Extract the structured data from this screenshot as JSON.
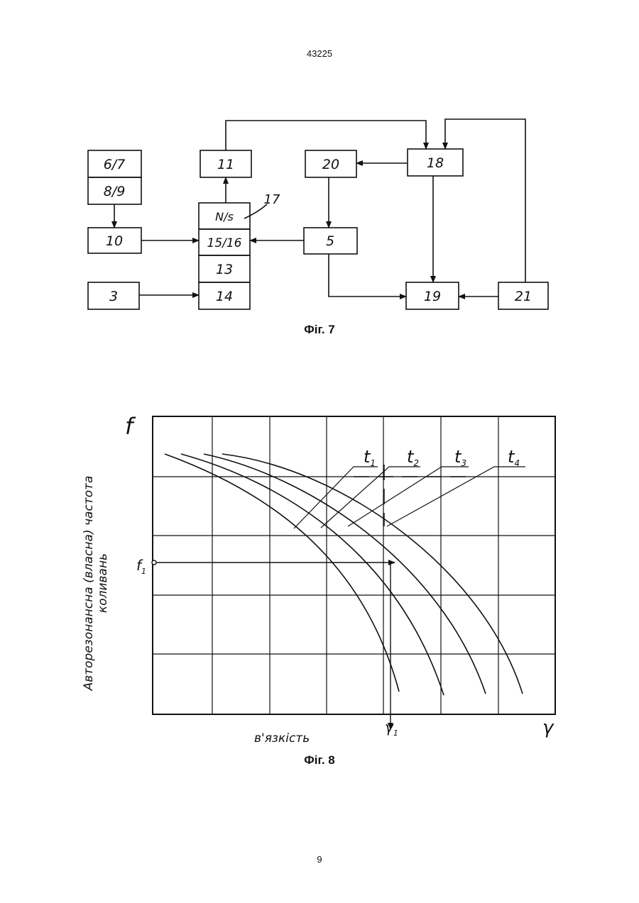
{
  "header": {
    "page_code": "43225"
  },
  "footer": {
    "page_number": "9"
  },
  "fig7": {
    "caption": "Фіг. 7",
    "blocks": {
      "b67": "6/7",
      "b89": "8/9",
      "b10": "10",
      "b3": "3",
      "b11": "11",
      "bns": "N/s",
      "b1516": "15/16",
      "b13": "13",
      "b14": "14",
      "b20": "20",
      "b18": "18",
      "b5": "5",
      "b19": "19",
      "b21": "21"
    },
    "ref_label": "17"
  },
  "fig8": {
    "caption": "Фіг. 8",
    "y_axis_symbol": "f",
    "x_axis_symbol": "γ",
    "y_axis_title_line1": "Авторезонансна (власна) частота",
    "y_axis_title_line2": "коливань",
    "x_axis_title": "в'язкість",
    "f1_label": "f",
    "f1_sub": "1",
    "v1_label": "γ",
    "v1_sub": "1",
    "curves": [
      {
        "label": "t",
        "sub": "1"
      },
      {
        "label": "t",
        "sub": "2"
      },
      {
        "label": "t",
        "sub": "3"
      },
      {
        "label": "t",
        "sub": "4"
      }
    ]
  }
}
